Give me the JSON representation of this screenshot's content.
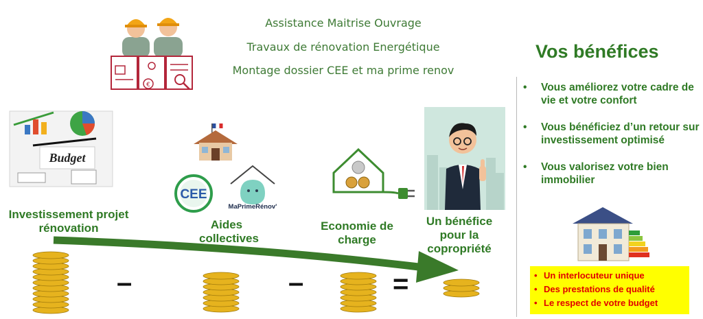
{
  "services": [
    "Assistance Maitrise Ouvrage",
    "Travaux de rénovation Energétique",
    "Montage dossier CEE et ma prime renov"
  ],
  "budget_word": "Budget",
  "stages": {
    "investment": "Investissement projet rénovation",
    "aides": "Aides collectives",
    "economie": "Economie de charge",
    "benefice": "Un bénéfice pour la copropriété"
  },
  "logos": {
    "cee": "CEE",
    "maprime": "MaPrimeRénov'"
  },
  "operators": {
    "minus": "–",
    "equals": "="
  },
  "right_title": "Vos bénéfices",
  "benefits": [
    "Vous  améliorez votre cadre de vie et votre confort",
    "Vous bénéficiez d’un retour sur investissement optimisé",
    "Vous valorisez votre bien immobilier"
  ],
  "highlights": [
    "Un interlocuteur unique",
    "Des prestations de qualité",
    "Le respect de votre budget"
  ],
  "colors": {
    "green": "#2f7a25",
    "service_green": "#3e7a35",
    "arrow": "#3a7a2a",
    "gold": "#e6b31e",
    "red": "#e00000",
    "yellow": "#ffff00",
    "maroon": "#b3263a"
  }
}
